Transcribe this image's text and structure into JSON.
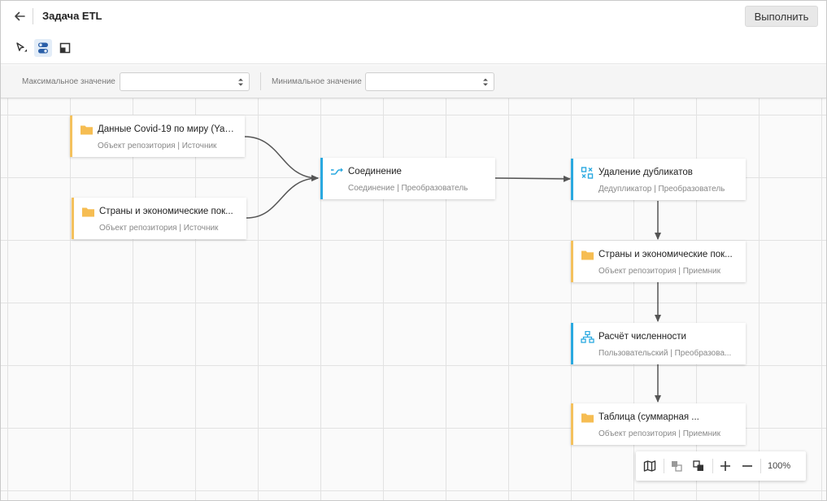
{
  "header": {
    "title": "Задача ETL",
    "run_label": "Выполнить"
  },
  "toolbar": {
    "tools": [
      {
        "name": "pointer-tool",
        "icon": "cursor-icon",
        "active": false
      },
      {
        "name": "toggle-tool",
        "icon": "toggle-icon",
        "active": true
      },
      {
        "name": "frame-tool",
        "icon": "frame-icon",
        "active": false
      }
    ]
  },
  "params": {
    "max_label": "Максимальное значение",
    "max_value": "",
    "min_label": "Минимальное значение",
    "min_value": ""
  },
  "nodes": [
    {
      "id": "covid",
      "title": "Данные Covid-19 по миру (Yan...",
      "subtitle": "Объект репозитория | Источник",
      "icon": "folder-icon",
      "kind": "source"
    },
    {
      "id": "countries-src",
      "title": "Страны и экономические пок...",
      "subtitle": "Объект репозитория | Источник",
      "icon": "folder-icon",
      "kind": "source"
    },
    {
      "id": "join",
      "title": "Соединение",
      "subtitle": "Соединение | Преобразователь",
      "icon": "join-icon",
      "kind": "transform"
    },
    {
      "id": "dedup",
      "title": "Удаление дубликатов",
      "subtitle": "Дедупликатор | Преобразователь",
      "icon": "dedup-icon",
      "kind": "transform"
    },
    {
      "id": "countries-dst",
      "title": "Страны и экономические пок...",
      "subtitle": "Объект репозитория | Приемник",
      "icon": "folder-icon",
      "kind": "target"
    },
    {
      "id": "calc",
      "title": "Расчёт численности",
      "subtitle": "Пользовательский | Преобразова...",
      "icon": "hierarchy-icon",
      "kind": "transform"
    },
    {
      "id": "table",
      "title": "Таблица (суммарная ...",
      "subtitle": "Объект репозитория | Приемник",
      "icon": "folder-icon",
      "kind": "target"
    }
  ],
  "zoom": {
    "level": "100%"
  },
  "colors": {
    "source_accent": "#f4c15d",
    "transform_accent": "#2aa9e0",
    "folder": "#f6bd52",
    "edge": "#555555"
  }
}
